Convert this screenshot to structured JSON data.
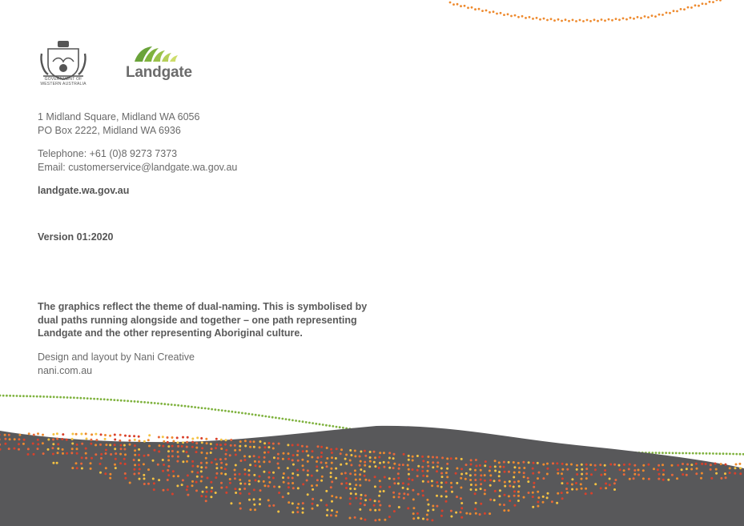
{
  "logos": {
    "wa_govt_line1": "GOVERNMENT OF",
    "wa_govt_line2": "WESTERN AUSTRALIA",
    "landgate_wordmark": "Landgate",
    "wa_crest_icon": "wa-crest-icon",
    "landgate_logo_icon": "landgate-stripes-icon"
  },
  "address": {
    "line1": "1 Midland Square, Midland WA 6056",
    "line2": "PO Box 2222, Midland WA 6936"
  },
  "contact": {
    "telephone": "Telephone: +61 (0)8 9273 7373",
    "email": "Email: customerservice@landgate.wa.gov.au"
  },
  "website": "landgate.wa.gov.au",
  "version": "Version 01:2020",
  "graphics_note": {
    "line1": "The graphics reflect the theme of dual-naming. This is symbolised by",
    "line2": "dual paths running alongside and together – one path representing",
    "line3": "Landgate and the other representing Aboriginal culture."
  },
  "credits": {
    "line1": "Design and layout by Nani Creative",
    "line2": "nani.com.au"
  },
  "colors": {
    "grey_band": "#58585a",
    "dot_red": "#d9402b",
    "dot_orange": "#ee8a2e",
    "dot_yellow": "#f5c242",
    "dot_green": "#7fb23e",
    "landgate_green": "#7fae3c"
  }
}
